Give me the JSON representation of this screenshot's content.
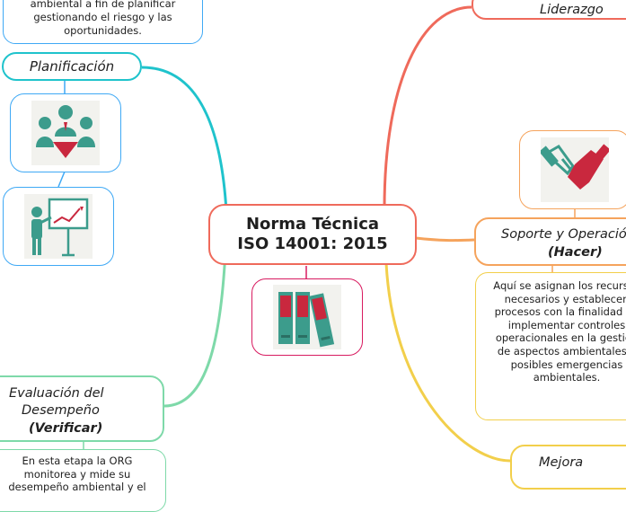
{
  "colors": {
    "teal": "#1fc3cc",
    "teal_light": "#a6ecec",
    "blue": "#3fa9f5",
    "pink": "#d81b60",
    "red": "#ef6a5b",
    "orange": "#f5a35c",
    "yellow": "#f2cf4b",
    "green": "#7ed9a9"
  },
  "center": {
    "line1": "Norma Técnica",
    "line2": "ISO 14001: 2015",
    "image_icon": "binders-icon"
  },
  "planificacion": {
    "title": "Planificación",
    "note": "ambiental a fin de planificar gestionando el riesgo y las oportunidades.",
    "image1_icon": "team-meeting-icon",
    "image2_icon": "presentation-board-icon"
  },
  "evaluacion": {
    "title_line1": "Evaluación del",
    "title_line2": "Desempeño",
    "subtitle": "(Verificar)",
    "note": "En esta etapa la ORG monitorea y mide su desempeño ambiental y el"
  },
  "liderazgo": {
    "title": "Liderazgo"
  },
  "soporte": {
    "title": "Soporte y Operación",
    "subtitle": "(Hacer)",
    "image_icon": "handshake-icon",
    "note": "Aquí se asignan los recursos necesarios y establecen procesos con la finalidad de implementar controles operacionales en la gestión de aspectos ambientales y posibles emergencias ambientales."
  },
  "mejora": {
    "title": "Mejora"
  }
}
